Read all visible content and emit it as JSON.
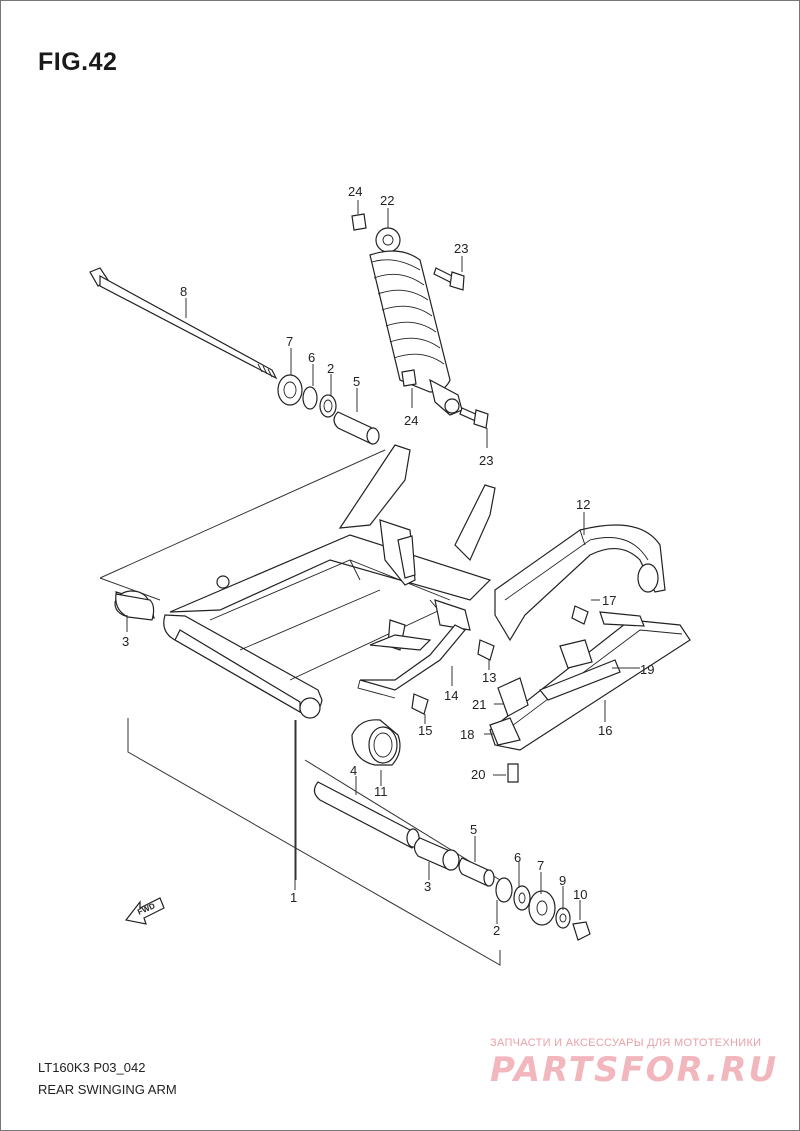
{
  "figure": {
    "title": "FIG.42",
    "model_code": "LT160K3 P03_042",
    "section_title": "REAR SWINGING ARM"
  },
  "callouts": {
    "c1": "1",
    "c2a": "2",
    "c2b": "2",
    "c3a": "3",
    "c3b": "3",
    "c4": "4",
    "c5a": "5",
    "c5b": "5",
    "c6a": "6",
    "c6b": "6",
    "c7a": "7",
    "c7b": "7",
    "c8": "8",
    "c9": "9",
    "c10": "10",
    "c11": "11",
    "c12": "12",
    "c13": "13",
    "c14": "14",
    "c15": "15",
    "c16": "16",
    "c17": "17",
    "c18": "18",
    "c19": "19",
    "c20": "20",
    "c21": "21",
    "c22": "22",
    "c23a": "23",
    "c23b": "23",
    "c24a": "24",
    "c24b": "24"
  },
  "fwd_arrow": {
    "label": "FWD",
    "icon": "forward-arrow-icon"
  },
  "watermark": {
    "tagline": "ЗАПЧАСТИ И АКСЕССУАРЫ ДЛЯ МОТОТЕХНИКИ",
    "logo": "PARTSFOR.RU"
  }
}
